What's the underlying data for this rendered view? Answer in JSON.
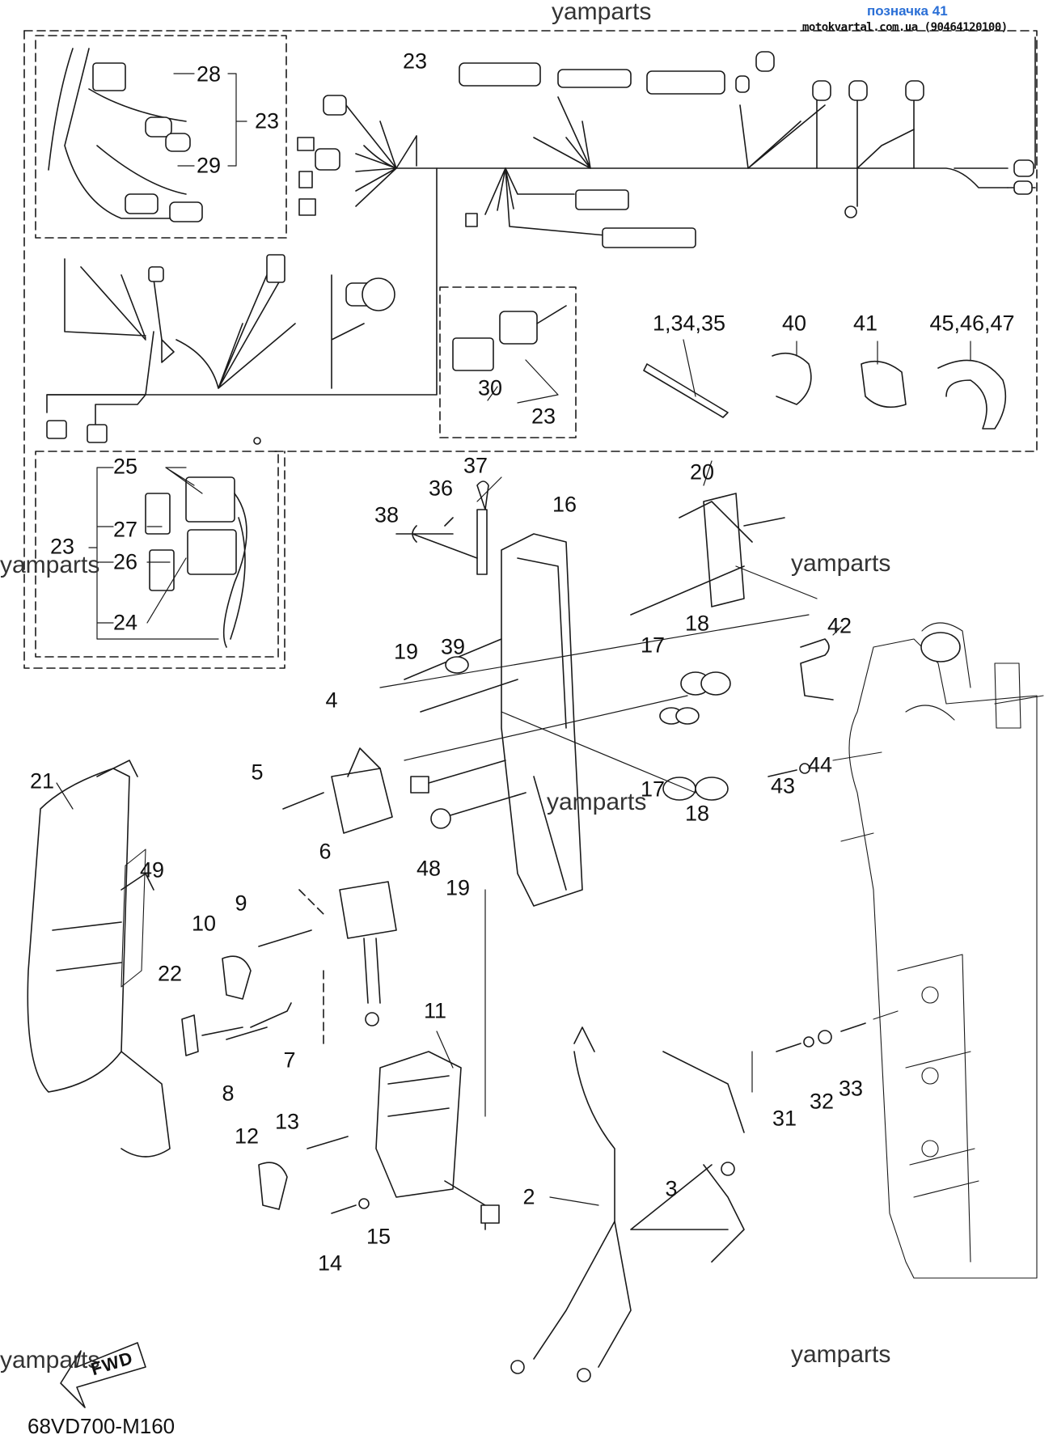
{
  "header": {
    "watermark_top": "yamparts",
    "badge": "позначка 41",
    "source": "motokvartal.com.ua (90464120100)"
  },
  "watermarks": [
    "yamparts",
    "yamparts",
    "yamparts",
    "yamparts",
    "yamparts"
  ],
  "footer": {
    "diagram_code": "68VD700-M160",
    "fwd_label": "FWD"
  },
  "callouts": {
    "c28": "28",
    "c29": "29",
    "c23a": "23",
    "c23b": "23",
    "c23c": "23",
    "c23d": "23",
    "c30": "30",
    "c1_34_35": "1,34,35",
    "c40": "40",
    "c41": "41",
    "c45_46_47": "45,46,47",
    "c25": "25",
    "c27": "27",
    "c26": "26",
    "c24": "24",
    "c37": "37",
    "c36": "36",
    "c38": "38",
    "c16": "16",
    "c20": "20",
    "c19a": "19",
    "c39": "39",
    "c17a": "17",
    "c18a": "18",
    "c42": "42",
    "c4": "4",
    "c5": "5",
    "c17b": "17",
    "c18b": "18",
    "c43": "43",
    "c44": "44",
    "c21": "21",
    "c48": "48",
    "c19b": "19",
    "c6": "6",
    "c49": "49",
    "c9": "9",
    "c10": "10",
    "c22": "22",
    "c7": "7",
    "c8": "8",
    "c11": "11",
    "c13": "13",
    "c12": "12",
    "c31": "31",
    "c32": "32",
    "c33": "33",
    "c2": "2",
    "c3": "3",
    "c14": "14",
    "c15": "15"
  }
}
